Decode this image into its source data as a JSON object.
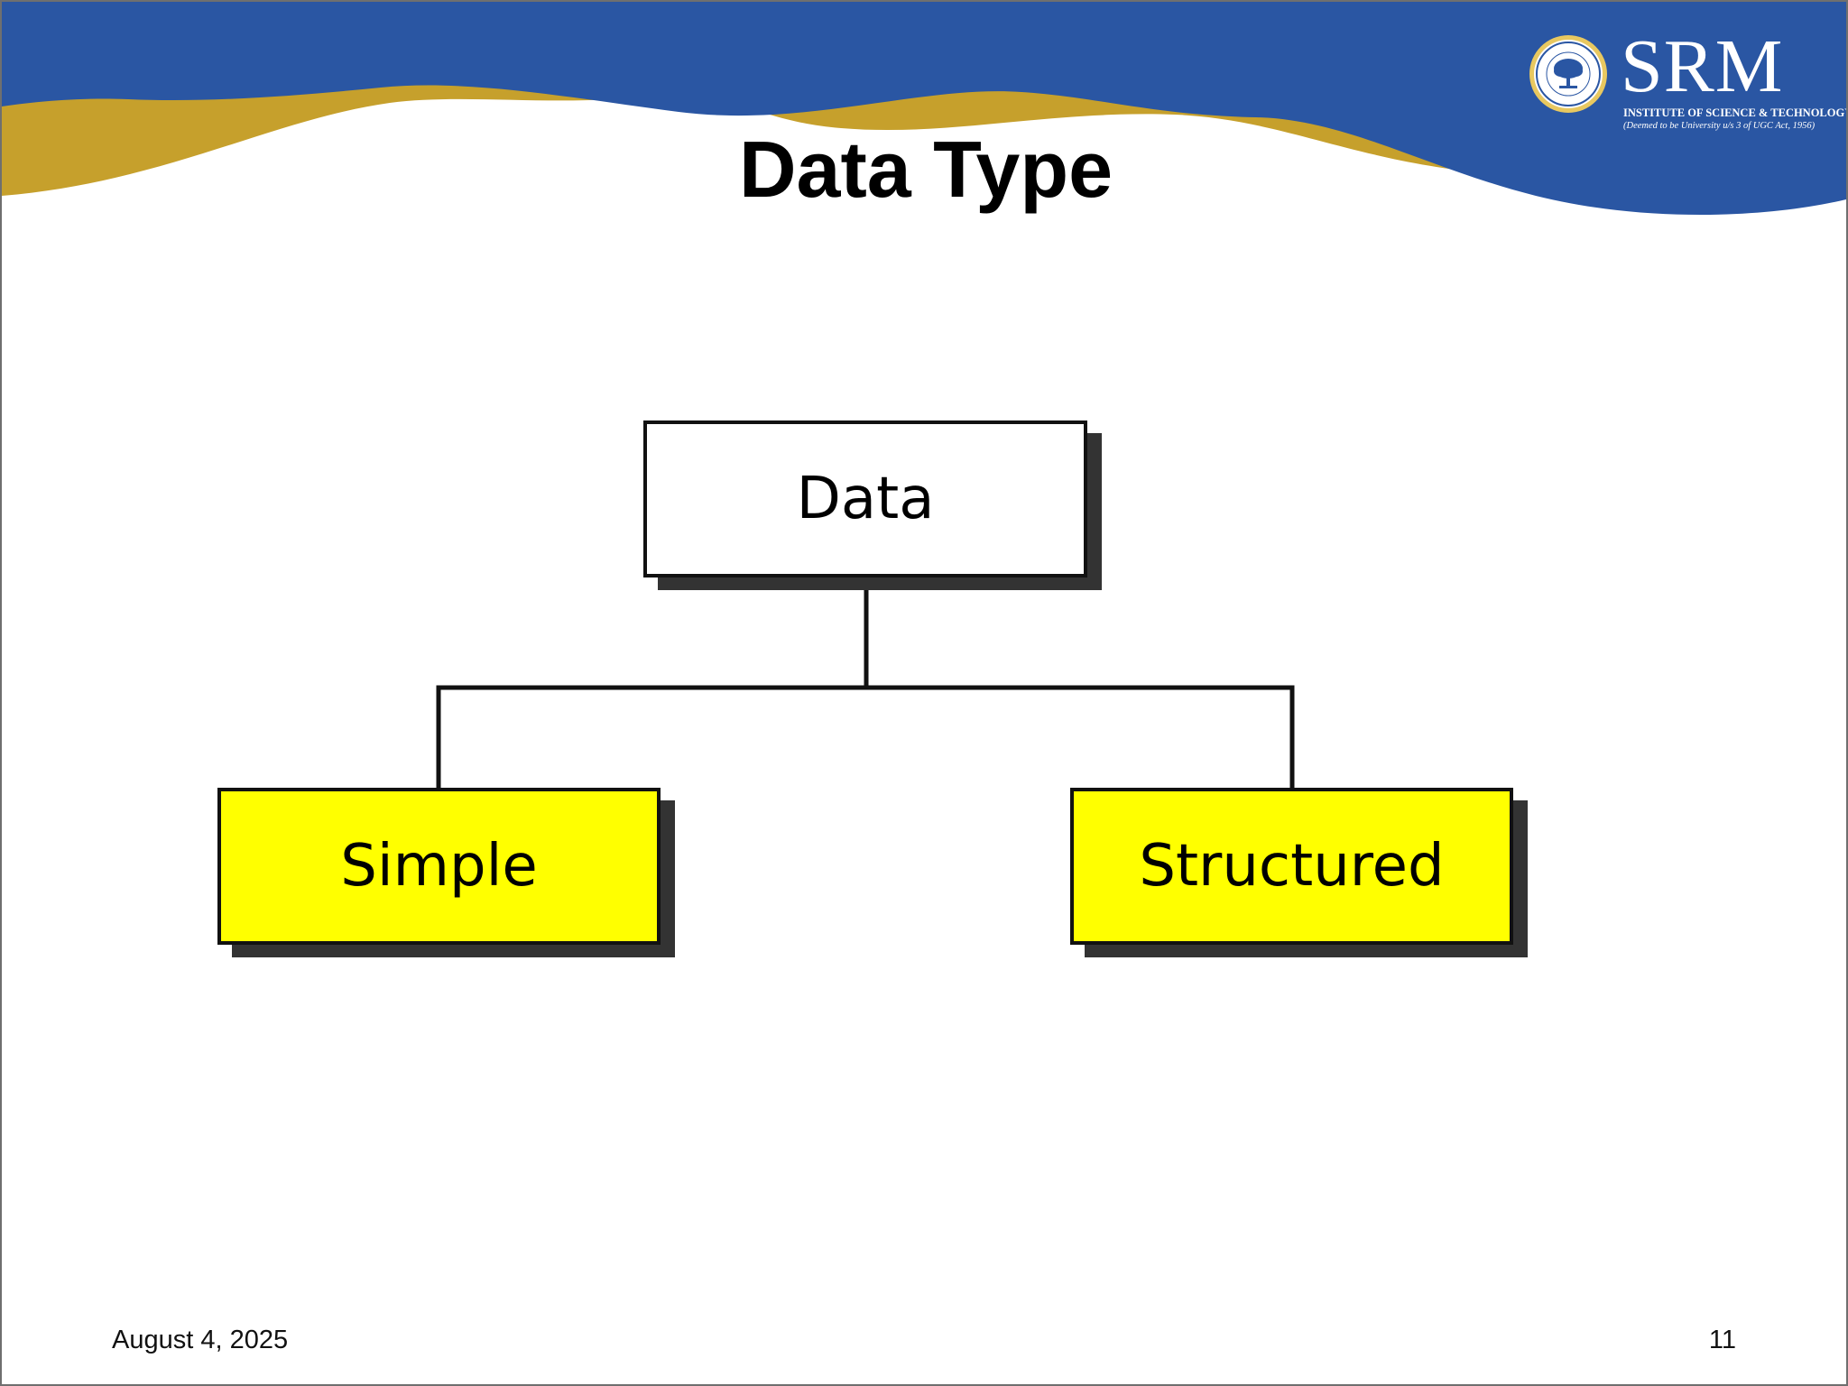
{
  "slide": {
    "title": "Data Type",
    "colors": {
      "banner_blue": "#2a56a3",
      "banner_gold": "#c6a02c",
      "node_fill": "#ffff00"
    }
  },
  "logo": {
    "brand": "SRM",
    "subline1": "INSTITUTE OF SCIENCE & TECHNOLOGY",
    "subline2": "(Deemed to be University u/s 3 of UGC Act, 1956)",
    "seal_icon": "tree-seal-emblem"
  },
  "diagram": {
    "root": {
      "label": "Data"
    },
    "children": [
      {
        "label": "Simple"
      },
      {
        "label": "Structured"
      }
    ]
  },
  "footer": {
    "date": "August 4, 2025",
    "page_number": "11"
  }
}
